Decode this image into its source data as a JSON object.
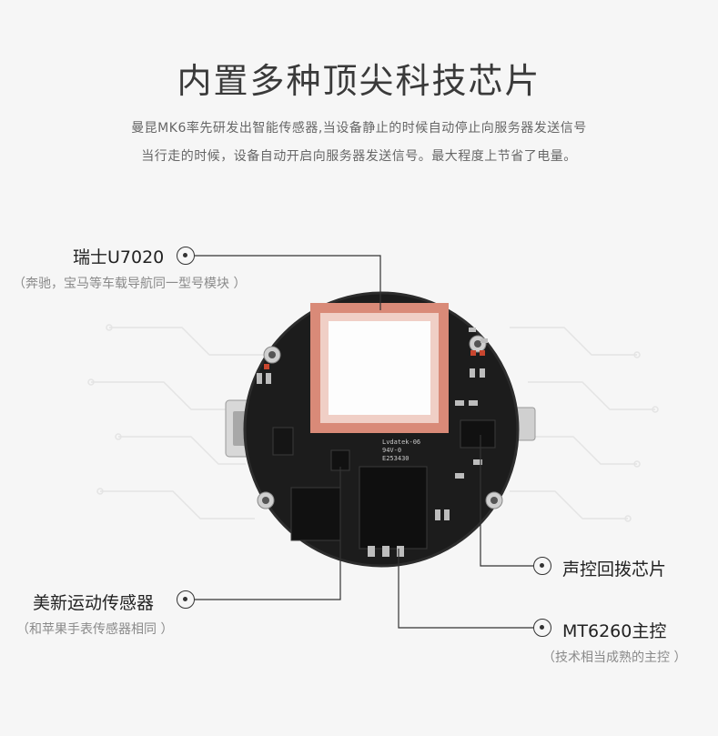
{
  "title": "内置多种顶尖科技芯片",
  "description": [
    "曼昆MK6率先研发出智能传感器,当设备静止的时候自动停止向服务器发送信号",
    "当行走的时候，设备自动开启向服务器发送信号。最大程度上节省了电量。"
  ],
  "callouts": {
    "gps": {
      "label": "瑞士U7020",
      "note": "（奔驰，宝马等车载导航同一型号模块 ）"
    },
    "motion": {
      "label": "美新运动传感器",
      "note": "（和苹果手表传感器相同 ）"
    },
    "voice": {
      "label": "声控回拨芯片"
    },
    "mcu": {
      "label": "MT6260主控",
      "note": "（技术相当成熟的主控 ）"
    }
  },
  "board_markings": [
    "Lvdatek-06",
    "94V-0",
    "E253430"
  ],
  "colors": {
    "background": "#f6f6f6",
    "pcb": "#1c1c1c",
    "antenna_border": "#d98a78",
    "line": "#333333"
  }
}
